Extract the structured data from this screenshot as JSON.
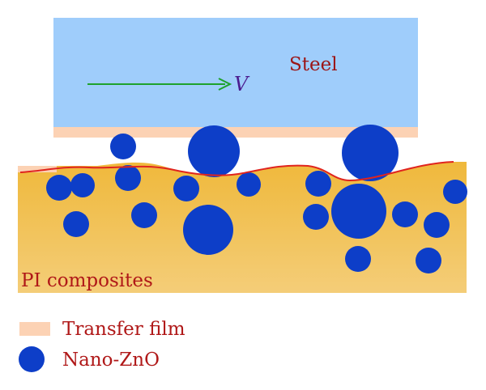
{
  "labels": {
    "steel": "Steel",
    "velocity": "V",
    "composite": "PI composites"
  },
  "legend": {
    "transfer_film": "Transfer film",
    "nano_zno": "Nano-ZnO"
  },
  "colors": {
    "steel": "#9fcdfb",
    "transfer_film": "#fcd2b4",
    "composite_top": "#efb83a",
    "composite_bottom": "#f3cb72",
    "particle": "#0d3ec8",
    "interface_line": "#e0241e",
    "arrow": "#1ea22c",
    "steel_text": "#9c1414",
    "velocity_text": "#4b1b8f",
    "label_text": "#b01818"
  }
}
